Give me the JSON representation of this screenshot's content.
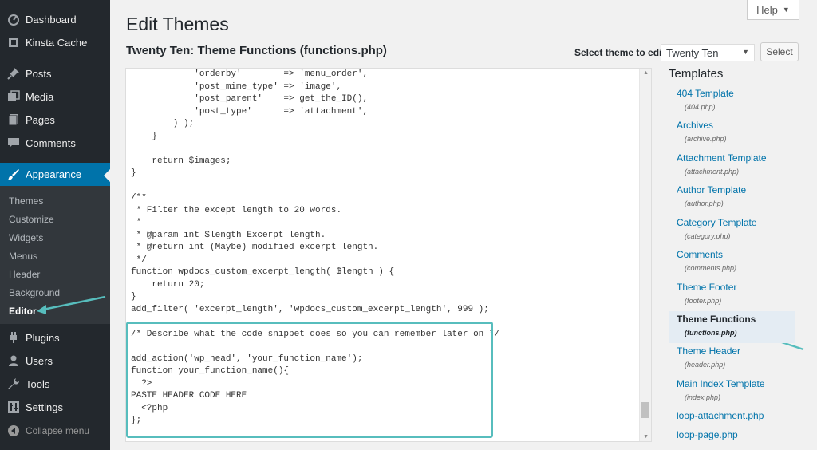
{
  "sidebar": {
    "top_items": [
      {
        "label": "Dashboard",
        "icon": "dashboard-icon"
      },
      {
        "label": "Kinsta Cache",
        "icon": "kinsta-icon"
      }
    ],
    "items": [
      {
        "label": "Posts",
        "icon": "pin-icon"
      },
      {
        "label": "Media",
        "icon": "media-icon"
      },
      {
        "label": "Pages",
        "icon": "pages-icon"
      },
      {
        "label": "Comments",
        "icon": "comments-icon"
      },
      {
        "label": "Appearance",
        "icon": "brush-icon"
      }
    ],
    "submenu": [
      "Themes",
      "Customize",
      "Widgets",
      "Menus",
      "Header",
      "Background",
      "Editor"
    ],
    "bottom_items": [
      {
        "label": "Plugins",
        "icon": "plugins-icon"
      },
      {
        "label": "Users",
        "icon": "users-icon"
      },
      {
        "label": "Tools",
        "icon": "tools-icon"
      },
      {
        "label": "Settings",
        "icon": "settings-icon"
      }
    ],
    "collapse_label": "Collapse menu"
  },
  "header": {
    "title": "Edit Themes",
    "help_label": "Help",
    "file_heading": "Twenty Ten: Theme Functions (functions.php)",
    "theme_select_label": "Select theme to edit:",
    "theme_select_value": "Twenty Ten",
    "select_button": "Select"
  },
  "editor": {
    "code": "            'orderby'        => 'menu_order',\n            'post_mime_type' => 'image',\n            'post_parent'    => get_the_ID(),\n            'post_type'      => 'attachment',\n        ) );\n    }\n\n    return $images;\n}\n\n/**\n * Filter the except length to 20 words.\n *\n * @param int $length Excerpt length.\n * @return int (Maybe) modified excerpt length.\n */\nfunction wpdocs_custom_excerpt_length( $length ) {\n    return 20;\n}\nadd_filter( 'excerpt_length', 'wpdocs_custom_excerpt_length', 999 );\n\n/* Describe what the code snippet does so you can remember later on */\n\nadd_action('wp_head', 'your_function_name');\nfunction your_function_name(){\n  ?>\nPASTE HEADER CODE HERE\n  <?php\n};"
  },
  "templates": {
    "title": "Templates",
    "items": [
      {
        "name": "404 Template",
        "file": "(404.php)"
      },
      {
        "name": "Archives",
        "file": "(archive.php)"
      },
      {
        "name": "Attachment Template",
        "file": "(attachment.php)"
      },
      {
        "name": "Author Template",
        "file": "(author.php)"
      },
      {
        "name": "Category Template",
        "file": "(category.php)"
      },
      {
        "name": "Comments",
        "file": "(comments.php)"
      },
      {
        "name": "Theme Footer",
        "file": "(footer.php)"
      },
      {
        "name": "Theme Functions",
        "file": "(functions.php)"
      },
      {
        "name": "Theme Header",
        "file": "(header.php)"
      },
      {
        "name": "Main Index Template",
        "file": "(index.php)"
      },
      {
        "name": "loop-attachment.php",
        "file": ""
      },
      {
        "name": "loop-page.php",
        "file": ""
      }
    ]
  },
  "colors": {
    "sidebar_bg": "#23282d",
    "accent": "#0073aa",
    "annotation": "#57bdbd"
  }
}
